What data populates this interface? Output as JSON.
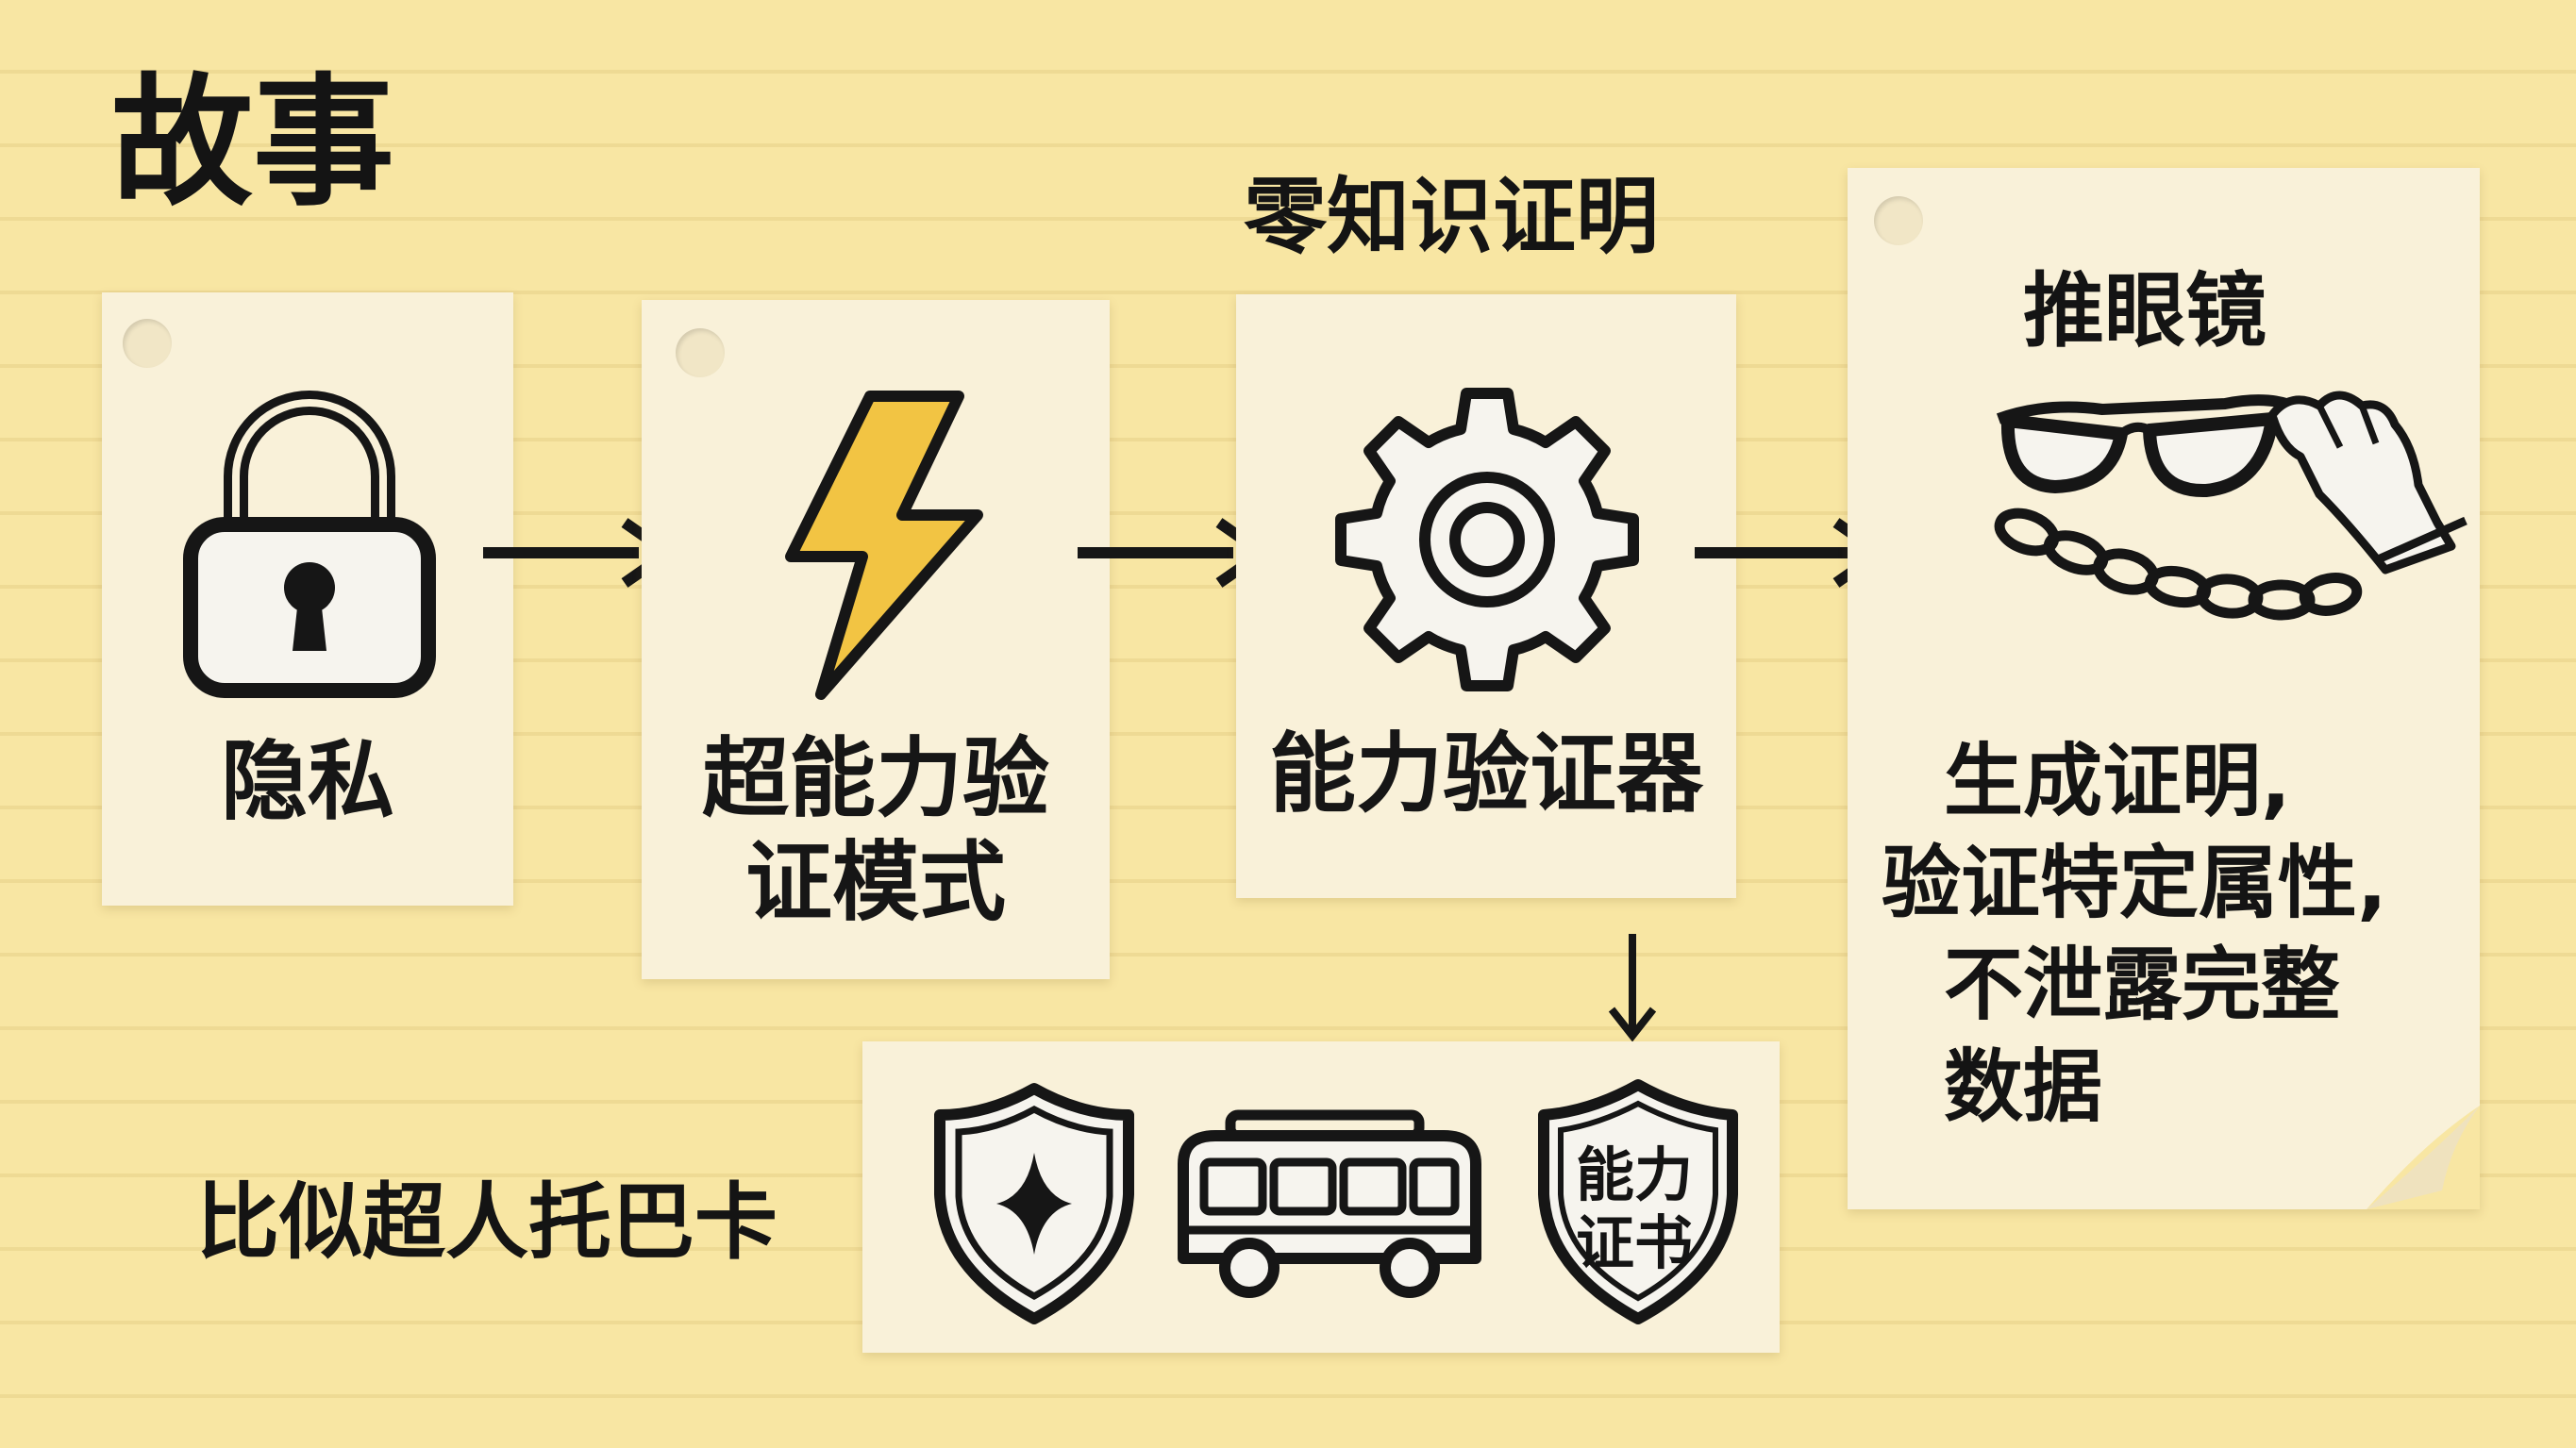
{
  "title": "故事",
  "cards": {
    "privacy": {
      "label": "隐私"
    },
    "superpower": {
      "label_line1": "超能力验",
      "label_line2": "证模式"
    },
    "verifier": {
      "label": "能力验证器",
      "heading": "零知识证明"
    },
    "glasses": {
      "heading": "推眼镜",
      "lines": [
        "生成证明,",
        "验证特定属性,",
        "不泄露完整",
        "数据"
      ]
    }
  },
  "analogy": {
    "caption": "比似超人托巴卡",
    "badge_text_line1": "能力",
    "badge_text_line2": "证书"
  },
  "icons": [
    "lock-icon",
    "lightning-bolt-icon",
    "gear-icon",
    "glasses-hand-chain-icon",
    "shield-star-icon",
    "bus-icon",
    "certificate-shield-icon"
  ],
  "colors": {
    "background": "#f8e6a3",
    "note": "#f9f1d9",
    "bolt": "#f2c443",
    "ink": "#161616"
  }
}
